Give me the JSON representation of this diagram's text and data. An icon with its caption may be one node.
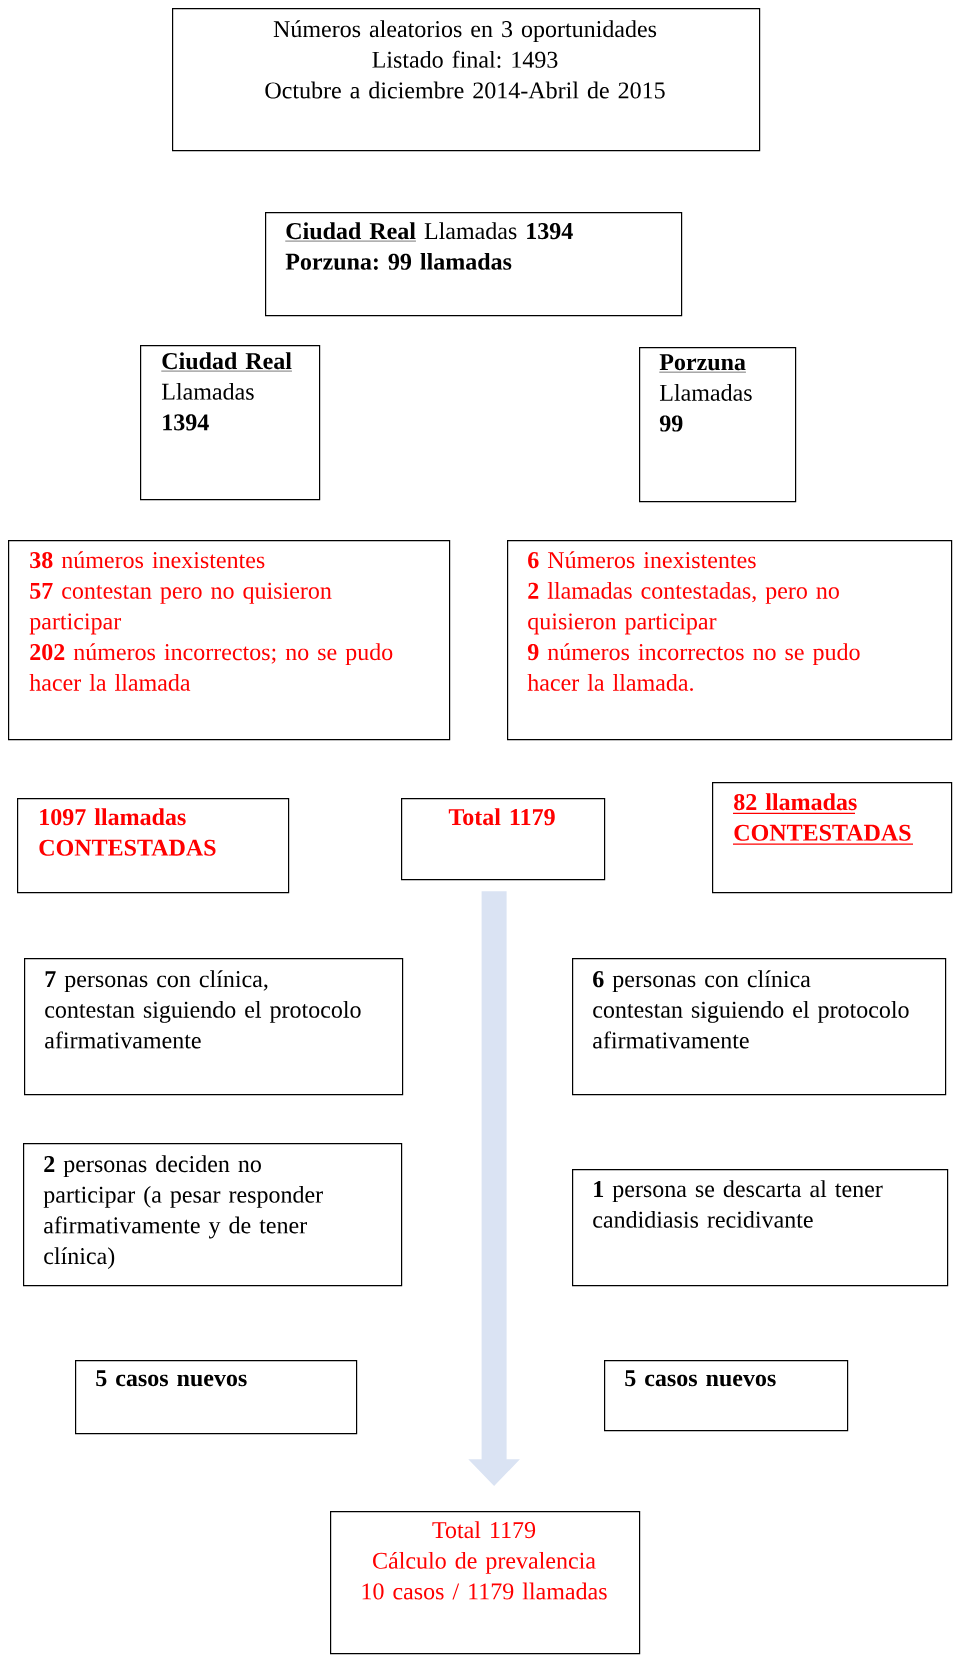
{
  "diagram": {
    "nodes": [
      {
        "text": [
          "Números aleatorios en 3 oportunidades",
          "Listado final: 1493",
          "Octubre a diciembre 2014-Abril de 2015"
        ]
      },
      {
        "text": [
          "Ciudad Real",
          "Llamadas **1394**",
          "Porzuna: 99 llamadas"
        ]
      },
      {
        "text": [
          "Ciudad Real",
          "Llamadas **1394**"
        ]
      },
      {
        "text": [
          "Porzuna",
          "Llamadas **99**"
        ]
      },
      {
        "text": [
          "**38** números inexistentes",
          "**57** contestan pero no quisieron participar",
          "**202** números incorrectos; no se pudo hacer la llamada"
        ]
      },
      {
        "text": [
          "**6** Números inexistentes",
          "**2** llamadas contestadas, pero no quisieron participar",
          "**9** números incorrectos no se pudo hacer la llamada."
        ]
      },
      {
        "text": [
          "1097 llamadas CONTESTADAS"
        ]
      },
      {
        "text": [
          "Total 1179"
        ]
      },
      {
        "text": [
          "82 llamadas CONTESTADAS"
        ]
      },
      {
        "text": [
          "**7** personas con clínica, contestan siguiendo el protocolo afirmativamente"
        ]
      },
      {
        "text": [
          "**6** personas con clínica contestan siguiendo el protocolo afirmativamente"
        ]
      },
      {
        "text": [
          "**2** personas deciden no participar (a pesar responder afirmativamente y de tener clínica)"
        ]
      },
      {
        "text": [
          "**1** persona se descarta al tener candidiasis recidivante"
        ]
      },
      {
        "text": [
          "5 casos nuevos"
        ]
      },
      {
        "text": [
          "5 casos nuevos"
        ]
      },
      {
        "text": [
          "Total 1179",
          "Cálculo de prevalencia",
          "10 casos / 1179 llamadas"
        ]
      }
    ],
    "edges": [
      {
        "from": 7,
        "to": 15,
        "arrow": "to",
        "color": "#dae3f3"
      }
    ]
  }
}
